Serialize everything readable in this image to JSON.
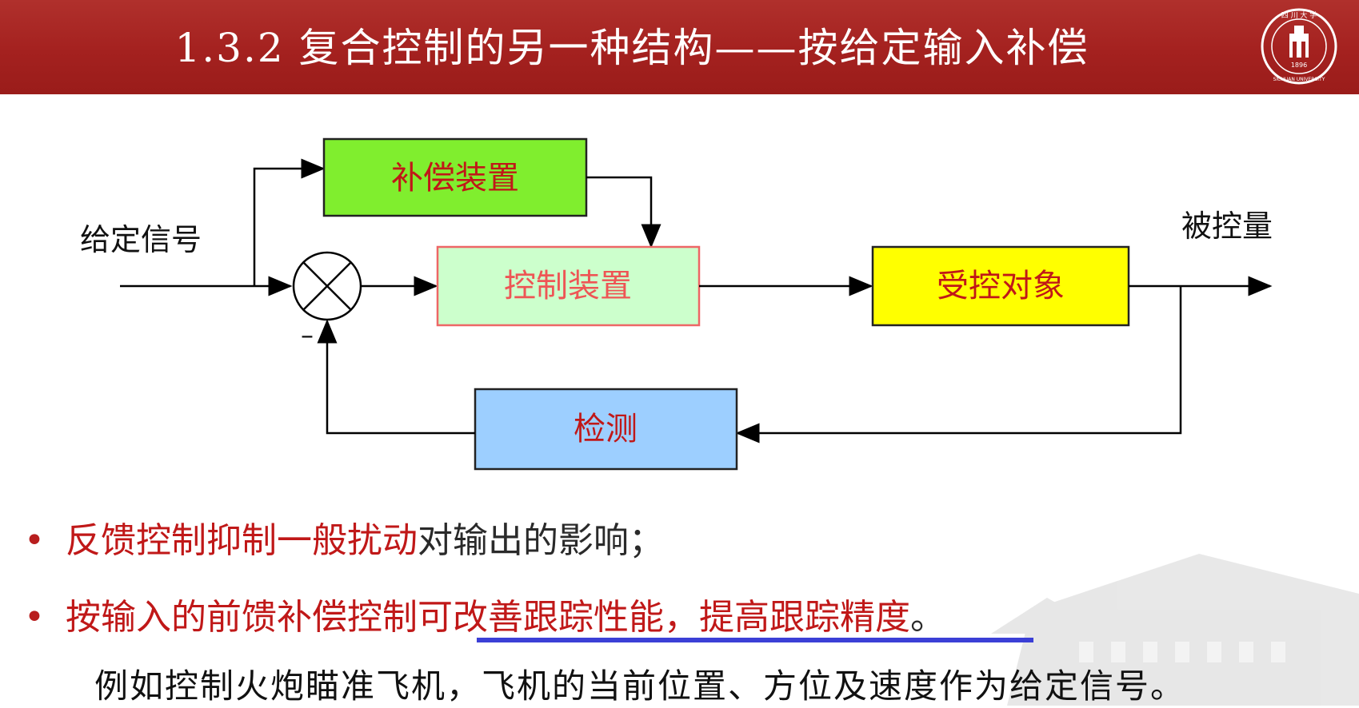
{
  "header": {
    "title": "1.3.2 复合控制的另一种结构——按给定输入补偿",
    "background_color": "#a4211f",
    "logo_text_top": "四 川 大 学",
    "logo_text_ring": "SICHUAN UNIVERSITY",
    "logo_year": "1896"
  },
  "diagram": {
    "input_label": "给定信号",
    "output_label": "被控量",
    "minus_sign": "–",
    "blocks": {
      "compensator": {
        "label": "补偿装置",
        "fill": "#80ee2e",
        "text_color": "#c01818"
      },
      "controller": {
        "label": "控制装置",
        "fill": "#ccffcc",
        "border": "#ee6666",
        "text_color": "#ee5555"
      },
      "plant": {
        "label": "受控对象",
        "fill": "#ffff00",
        "text_color": "#c01818"
      },
      "sensor": {
        "label": "检测",
        "fill": "#9dcfff",
        "text_color": "#c01818"
      }
    },
    "summing_junction": "cross-circle-icon"
  },
  "bullets": [
    {
      "red": "反馈控制抑制一般扰动",
      "dark": "对输出的影响；"
    },
    {
      "red": "按输入的前馈补偿控制可改善跟踪性能，提高跟踪精度",
      "dark": "。"
    }
  ],
  "bullet_symbol": "•",
  "example": "例如控制火炮瞄准飞机，飞机的当前位置、方位及速度作为给定信号。",
  "underline_color": "#3b3fd6"
}
